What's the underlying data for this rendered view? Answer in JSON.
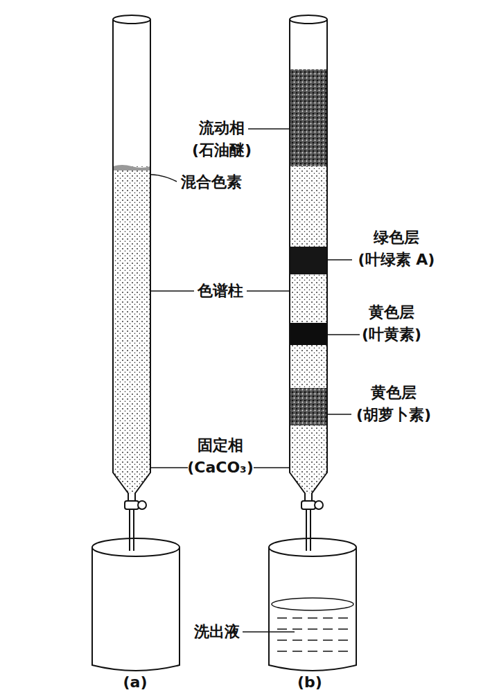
{
  "diagram": {
    "labels": [
      "流动相 (石油醚)",
      "混合色素",
      "绿色层 (叶绿素 A)",
      "黄色层 (叶黄素)",
      "黄色层 (胡萝卜素)",
      "色谱柱",
      "固定相 (CaCO₃)",
      "洗出液",
      "(a)",
      "(b)"
    ]
  }
}
